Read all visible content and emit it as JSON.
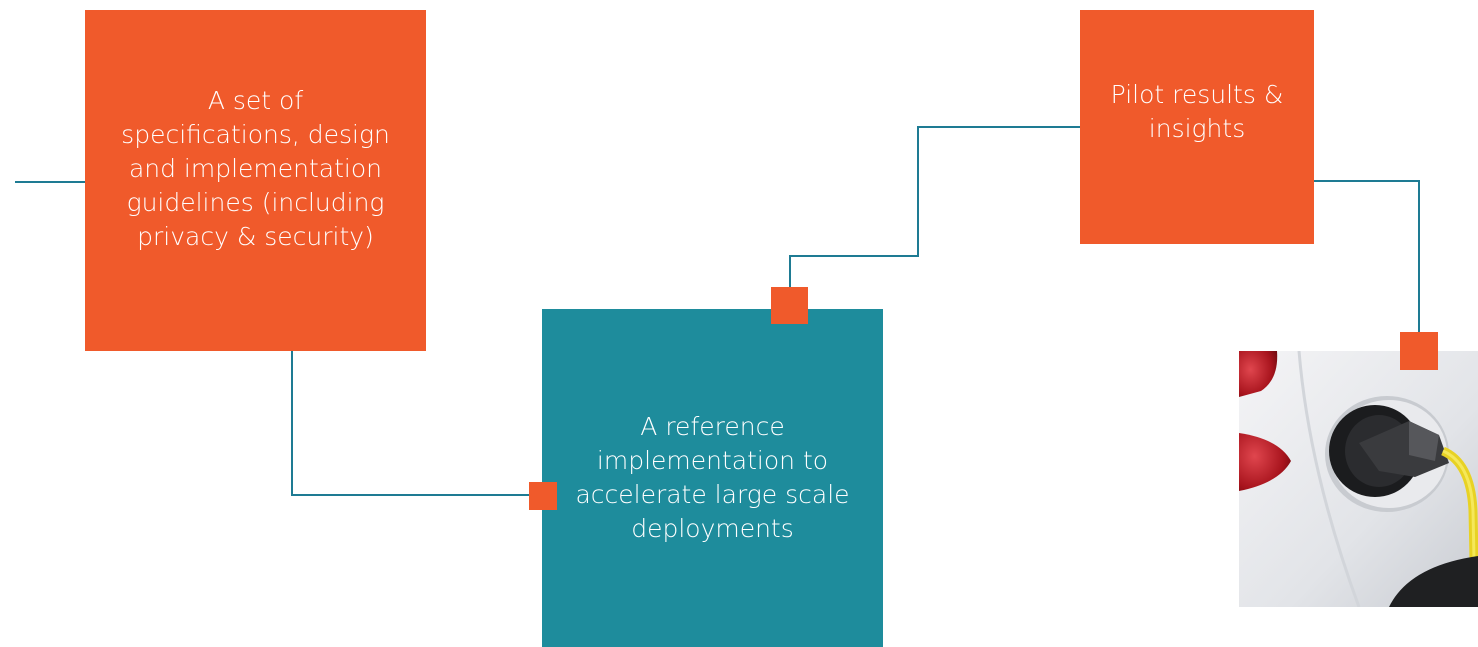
{
  "boxes": {
    "spec": {
      "lines": [
        "A set of",
        "specifications, design",
        "and implementation",
        "guidelines (including",
        "privacy & security)"
      ]
    },
    "reference": {
      "lines": [
        "A reference",
        "implementation to",
        "accelerate large scale",
        "deployments"
      ]
    },
    "pilot": {
      "lines": [
        "Pilot results &",
        "insights"
      ]
    }
  },
  "image": {
    "subject": "electric vehicle charging plug"
  },
  "colors": {
    "orange": "#f05a2b",
    "teal": "#1e8c9c",
    "connector": "#1e7b93"
  }
}
